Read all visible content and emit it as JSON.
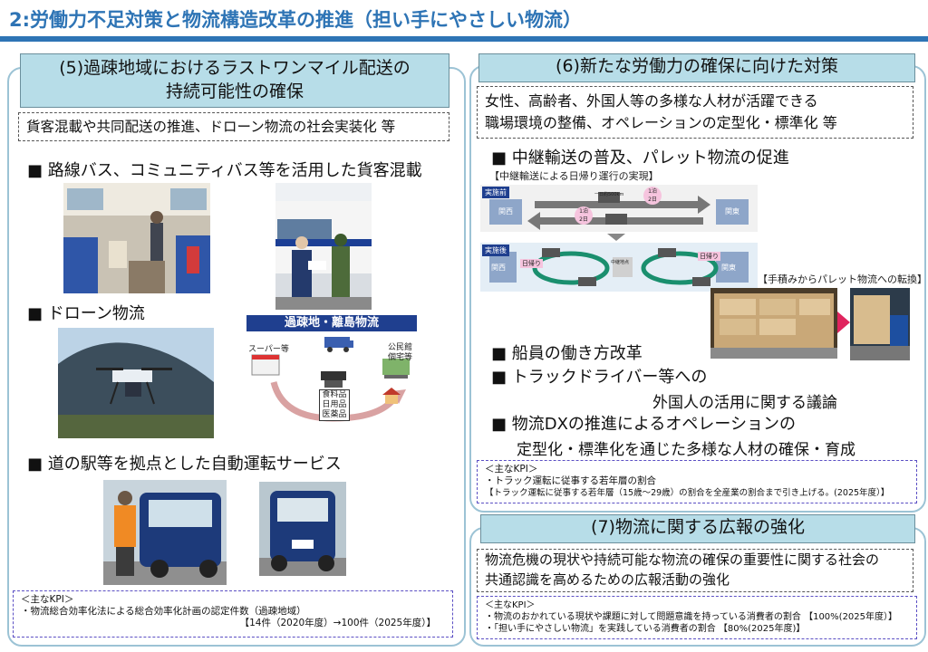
{
  "page": {
    "title": "2:労働力不足対策と物流構造改革の推進（担い手にやさしい物流）"
  },
  "left": {
    "header_line1": "(5)過疎地域におけるラストワンマイル配送の",
    "header_line2": "持続可能性の確保",
    "summary": "貨客混載や共同配送の推進、ドローン物流の社会実装化 等",
    "bullet1": "■ 路線バス、コミュニティバス等を活用した貨客混載",
    "bullet2": "■ ドローン物流",
    "bullet3": "■ 道の駅等を拠点とした自動運転サービス",
    "diagram": {
      "title": "過疎地・離島物流",
      "supermarket": "スーパー等",
      "public_hall1": "公民館",
      "public_hall2": "個宅等",
      "goods1": "食料品",
      "goods2": "日用品",
      "goods3": "医薬品"
    },
    "kpi": {
      "label": "＜主なKPI＞",
      "item": "・物流総合効率化法による総合効率化計画の認定件数（過疎地域）",
      "value": "【14件（2020年度）→100件（2025年度）】"
    }
  },
  "right_top": {
    "header": "(6)新たな労働力の確保に向けた対策",
    "summary_line1": "女性、高齢者、外国人等の多様な人材が活躍できる",
    "summary_line2": "職場環境の整備、オペレーションの定型化・標準化 等",
    "bullet1": "■ 中継輸送の普及、パレット物流の促進",
    "relay_caption": "【中継輸送による日帰り運行の実現】",
    "relay": {
      "before": "実施前",
      "after": "実施後",
      "kansai": "関西",
      "kanto": "関東",
      "dist": "一日約500km",
      "day1": "1泊",
      "day2": "2日",
      "return": "日帰り",
      "relay_point": "中継地点"
    },
    "pallet_caption": "【手積みからパレット物流への転換】",
    "bullet2": "■ 船員の働き方改革",
    "bullet3": "■ トラックドライバー等への",
    "bullet3b": "外国人の活用に関する議論",
    "bullet4": "■ 物流DXの推進によるオペレーションの",
    "bullet4b": "定型化・標準化を通じた多様な人材の確保・育成",
    "kpi": {
      "label": "＜主なKPI＞",
      "item": "・トラック運転に従事する若年層の割合",
      "value": "【トラック運転に従事する若年層（15歳～29歳）の割合を全産業の割合まで引き上げる。(2025年度）】"
    }
  },
  "right_bottom": {
    "header": "(7)物流に関する広報の強化",
    "summary_line1": "物流危機の現状や持続可能な物流の確保の重要性に関する社会の",
    "summary_line2": "共通認識を高めるための広報活動の強化",
    "kpi": {
      "label": "＜主なKPI＞",
      "item1": "・物流のおかれている現状や課題に対して問題意識を持っている消費者の割合 【100%(2025年度）】",
      "item2": "・「担い手にやさしい物流」を実践している消費者の割合 【80%(2025年度)】"
    }
  },
  "colors": {
    "title_blue": "#2e74b5",
    "header_fill": "#b7dde8",
    "panel_border": "#9cc3d5",
    "kpi_border": "#5b4fc4",
    "diagram_navy": "#1f3f8f"
  }
}
